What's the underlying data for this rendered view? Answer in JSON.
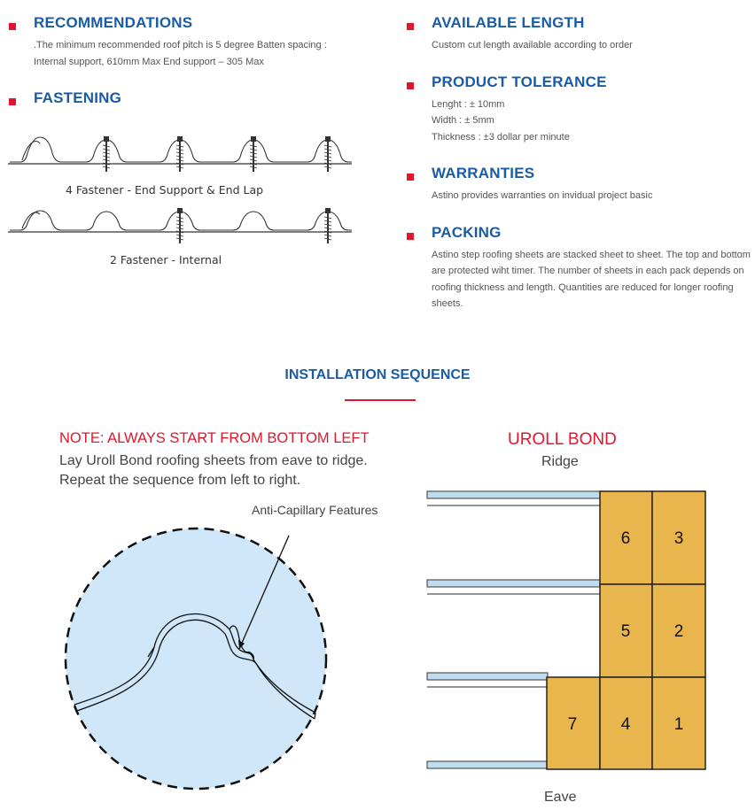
{
  "left": {
    "recommendations": {
      "title": "RECOMMENDATIONS",
      "line1": ".The minimum recommended roof pitch is 5 degree Batten spacing :",
      "line2": "Internal support, 610mm Max End support – 305 Max"
    },
    "fastening": {
      "title": "FASTENING",
      "caption1": "4 Fastener - End Support & End Lap",
      "caption2": "2 Fastener - Internal"
    }
  },
  "right": {
    "available_length": {
      "title": "AVAILABLE LENGTH",
      "text": "Custom cut length available according to order"
    },
    "product_tolerance": {
      "title": "PRODUCT TOLERANCE",
      "length": "Lenght : ± 10mm",
      "width": "Width : ± 5mm",
      "thickness": "Thickness : ±3 dollar per minute"
    },
    "warranties": {
      "title": "WARRANTIES",
      "text": "Astino provides warranties on invidual project basic"
    },
    "packing": {
      "title": "PACKING",
      "line1": "Astino step roofing sheets are stacked sheet to sheet. The top and bottom",
      "line2": "are protected wiht timer. The number of sheets in each pack depends on",
      "line3": "roofing thickness and length. Quantities are reduced for longer roofing",
      "line4": "sheets."
    }
  },
  "installation": {
    "title": "INSTALLATION SEQUENCE",
    "note": "NOTE: ALWAYS START FROM BOTTOM LEFT",
    "instruction_line1": "Lay Uroll Bond roofing sheets from eave to ridge.",
    "instruction_line2": "Repeat the sequence from left to right.",
    "anti_capillary_label": "Anti-Capillary Features",
    "diagram_title": "UROLL BOND",
    "ridge_label": "Ridge",
    "eave_label": "Eave",
    "sheet_numbers": [
      "6",
      "3",
      "5",
      "2",
      "7",
      "4",
      "1"
    ]
  },
  "colors": {
    "heading_blue": "#1a5ca3",
    "accent_red": "#e0162b",
    "sheet_fill": "#e8b64c",
    "circle_fill": "#cfe7f8",
    "purlin_fill": "#bfdcf0"
  }
}
